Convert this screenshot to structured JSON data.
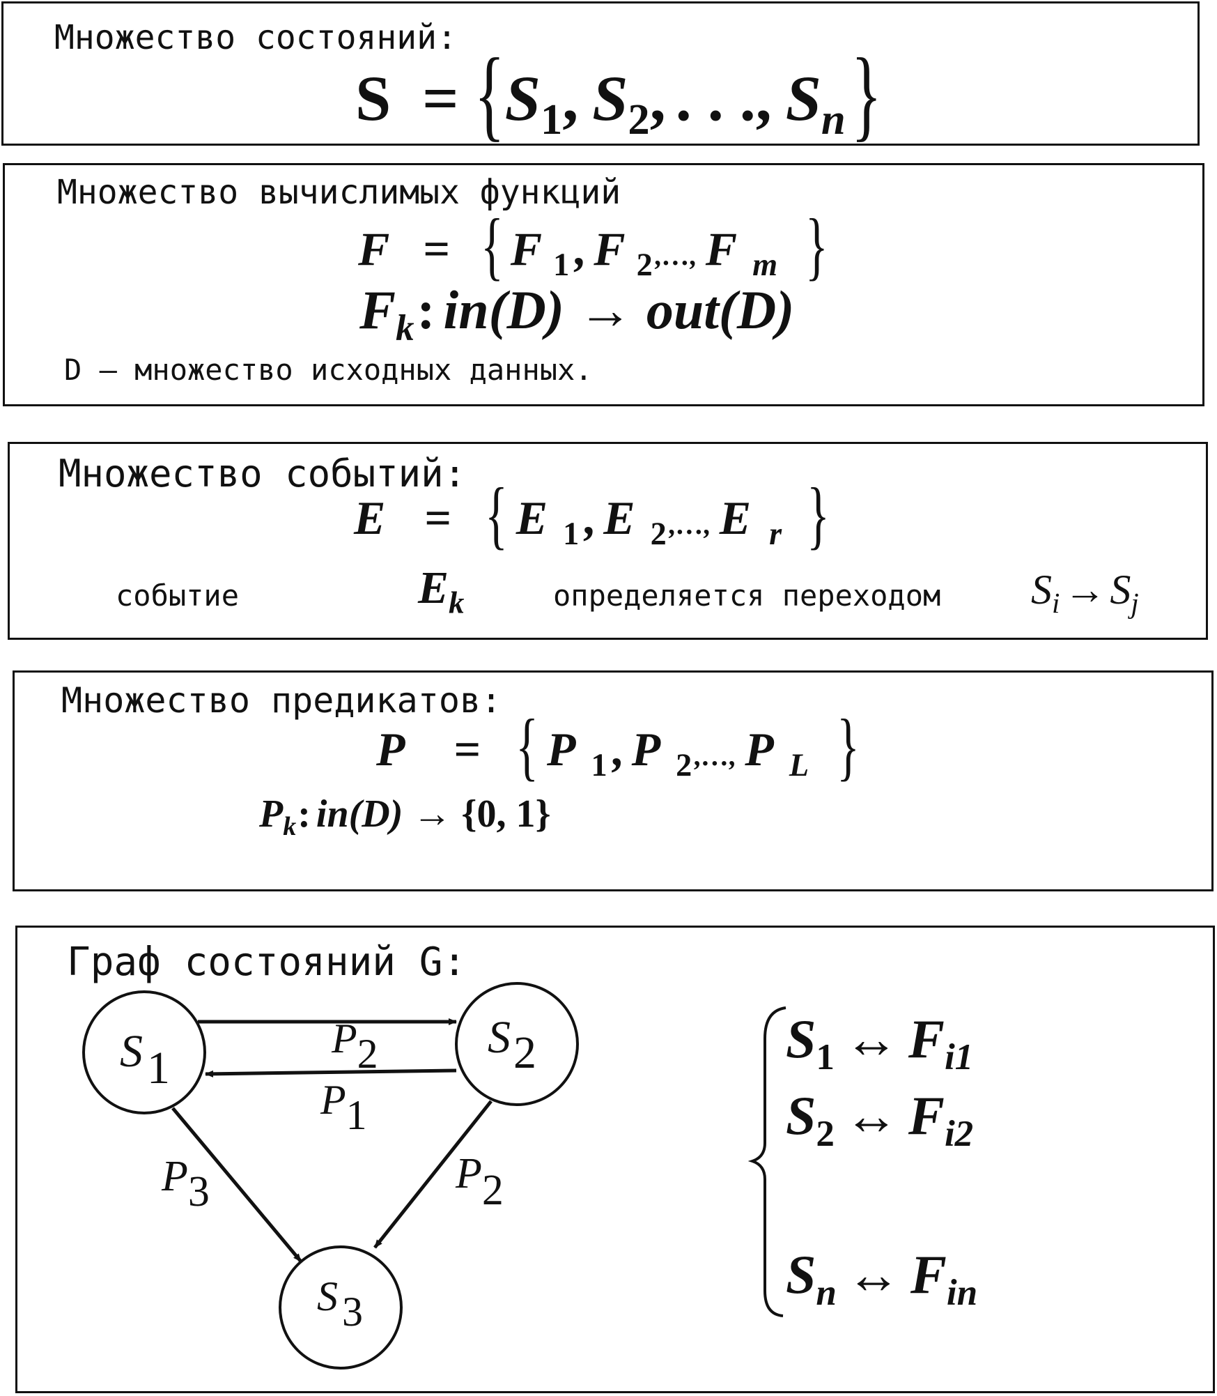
{
  "states": {
    "title": "Множество состояний:",
    "formula": {
      "lhs": "S",
      "eq": "=",
      "items": [
        "S",
        "S",
        "S"
      ],
      "subs": [
        "1",
        "2",
        "n"
      ],
      "ellipsis": ". . .",
      "comma": ","
    }
  },
  "functions": {
    "title": "Множество вычислимых функций",
    "formula": {
      "lhs": "F",
      "eq": "=",
      "items": [
        "F",
        "F",
        "F"
      ],
      "subs": [
        "1",
        "2",
        "m"
      ],
      "ellipsis": ",…,",
      "comma": ","
    },
    "mapping": {
      "f": "F",
      "sub": "k",
      "colon": ":",
      "in": "in(D)",
      "arrow": "→",
      "out": "out(D)"
    },
    "note": "D – множество исходных данных."
  },
  "events": {
    "title": "Множество событий:",
    "formula": {
      "lhs": "E",
      "eq": "=",
      "items": [
        "E",
        "E",
        "E"
      ],
      "subs": [
        "1",
        "2",
        "r"
      ],
      "ellipsis": ",…,",
      "comma": ","
    },
    "phrase": {
      "word1": "событие",
      "e": "E",
      "e_sub": "k",
      "word2": "определяется переходом",
      "si": "S",
      "si_sub": "i",
      "arrow": "→",
      "sj": "S",
      "sj_sub": "j"
    }
  },
  "predicates": {
    "title": "Множество предикатов:",
    "formula": {
      "lhs": "P",
      "eq": "=",
      "items": [
        "P",
        "P",
        "P"
      ],
      "subs": [
        "1",
        "2",
        "L"
      ],
      "ellipsis": ",…,",
      "comma": ","
    },
    "mapping": {
      "p": "P",
      "sub": "k",
      "colon": ":",
      "in": "in(D)",
      "arrow": "→",
      "set": "{0, 1}"
    }
  },
  "graph": {
    "title": "Граф состояний G:",
    "nodes": [
      {
        "id": "s1",
        "label": "S",
        "sub": "1"
      },
      {
        "id": "s2",
        "label": "S",
        "sub": "2"
      },
      {
        "id": "s3",
        "label": "S",
        "sub": "3"
      }
    ],
    "edges": [
      {
        "from": "s1",
        "to": "s2",
        "label": "P",
        "sub": "2"
      },
      {
        "from": "s2",
        "to": "s1",
        "label": "P",
        "sub": "1"
      },
      {
        "from": "s1",
        "to": "s3",
        "label": "P",
        "sub": "3"
      },
      {
        "from": "s2",
        "to": "s3",
        "label": "P",
        "sub": "2"
      }
    ],
    "correspondence": [
      {
        "s": "S",
        "s_sub": "1",
        "arrow": "↔",
        "f": "F",
        "f_sub": "i1"
      },
      {
        "s": "S",
        "s_sub": "2",
        "arrow": "↔",
        "f": "F",
        "f_sub": "i2"
      },
      {
        "s": "S",
        "s_sub": "n",
        "arrow": "↔",
        "f": "F",
        "f_sub": "in"
      }
    ]
  }
}
